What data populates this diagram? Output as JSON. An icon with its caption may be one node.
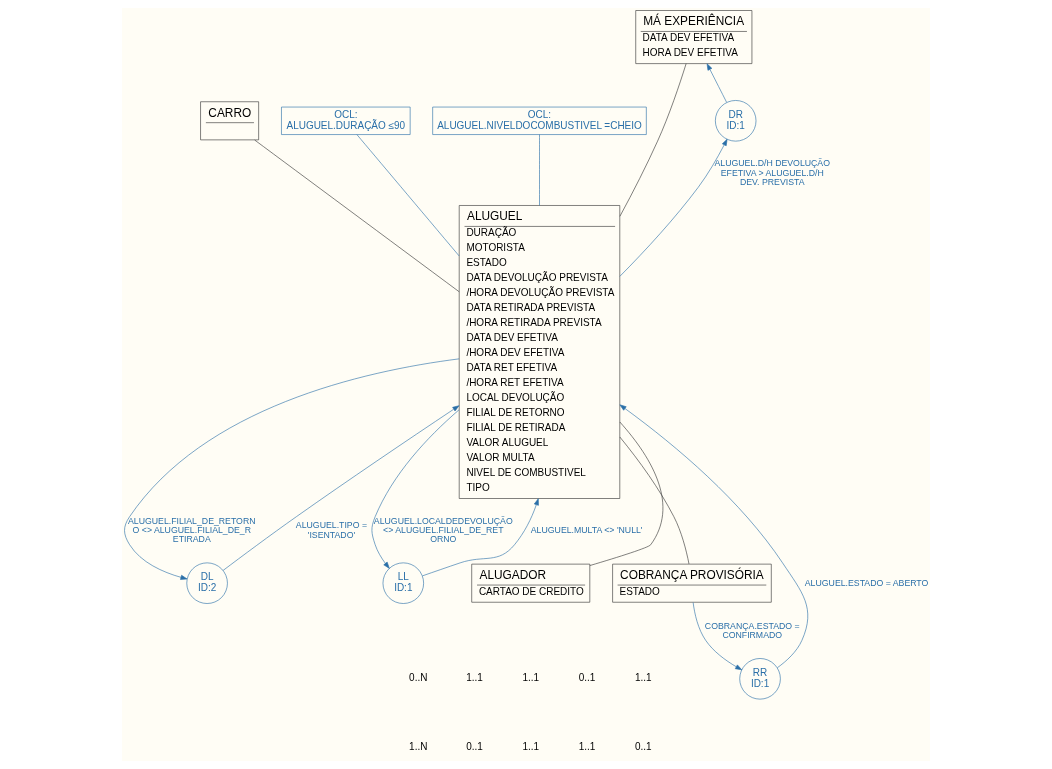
{
  "diagram": {
    "nodes": [
      {
        "text": [
          "ALUGUEL",
          "DURAÇÃO",
          "MOTORISTA",
          "ESTADO",
          "DATA DEVOLUÇÃO PREVISTA",
          "/HORA DEVOLUÇÃO PREVISTA",
          "DATA RETIRADA PREVISTA",
          "/HORA RETIRADA PREVISTA",
          "DATA DEV EFETIVA",
          "/HORA DEV EFETIVA",
          "DATA RET EFETIVA",
          "/HORA RET EFETIVA",
          "LOCAL DEVOLUÇÃO",
          "FILIAL DE RETORNO",
          "FILIAL DE RETIRADA",
          "VALOR ALUGUEL",
          "VALOR MULTA",
          "NIVEL DE COMBUSTIVEL",
          "TIPO"
        ]
      },
      {
        "text": [
          "CARRO"
        ]
      },
      {
        "text": [
          "OCL:",
          "ALUGUEL.DURAÇÃO ≤90"
        ]
      },
      {
        "text": [
          "OCL:",
          "ALUGUEL.NIVELDOCOMBUSTIVEL =CHEIO"
        ]
      },
      {
        "text": [
          "MÁ EXPERIÊNCIA",
          "DATA DEV EFETIVA",
          "HORA DEV EFETIVA"
        ]
      },
      {
        "text": [
          "DR",
          "ID:1"
        ]
      },
      {
        "text": [
          "RR",
          "ID:1"
        ]
      },
      {
        "text": [
          "DL",
          "ID:2"
        ]
      },
      {
        "text": [
          "LL",
          "ID:1"
        ]
      },
      {
        "text": [
          "ALUGADOR",
          "CARTAO DE CREDITO"
        ]
      },
      {
        "text": [
          "COBRANÇA PROVISÓRIA",
          "ESTADO"
        ]
      }
    ],
    "edges": [
      {
        "from": 0,
        "to": 1,
        "arrow": "none",
        "color": "#333333"
      },
      {
        "from": 0,
        "to": 2,
        "arrow": "none"
      },
      {
        "from": 0,
        "to": 3,
        "arrow": "none"
      },
      {
        "from": 0,
        "to": 4,
        "arrow": "none",
        "color": "#333333"
      },
      {
        "from": 0,
        "to": 5,
        "arrow": "to",
        "label": "ALUGUEL.D/H DEVOLUÇÃO EFETIVA > ALUGUEL.D/H DEV. PREVISTA"
      },
      {
        "from": 5,
        "to": 4,
        "arrow": "to"
      },
      {
        "from": 6,
        "to": 0,
        "arrow": "to",
        "label": "ALUGUEL.ESTADO = ABERTO"
      },
      {
        "from": 10,
        "to": 6,
        "arrow": "to",
        "label": "COBRANÇA.ESTADO = CONFIRMADO"
      },
      {
        "from": 0,
        "to": 10,
        "arrow": "none",
        "color": "#333333"
      },
      {
        "from": 0,
        "to": 7,
        "arrow": "to",
        "label": "ALUGUEL.FILIAL_DE_RETORNO <> ALUGUEL.FILIAL_DE_RETIRADA"
      },
      {
        "from": 7,
        "to": 0,
        "arrow": "to",
        "label": "ALUGUEL.TIPO = 'ISENTADO'"
      },
      {
        "from": 0,
        "to": 8,
        "arrow": "to",
        "label": "ALUGUEL.LOCALDEDEVOLUÇÃO <> ALUGUEL.FILIAL_DE_RETORNO"
      },
      {
        "from": 8,
        "to": 0,
        "arrow": "to",
        "label": "ALUGUEL.MULTA <> 'NULL'"
      },
      {
        "from": 0,
        "to": 9,
        "arrow": "none",
        "color": "#333333"
      }
    ],
    "labels": [
      "0..N",
      "1..1",
      "1..1",
      "0..1",
      "1..1",
      "1..N",
      "0..1",
      "1..1",
      "1..1",
      "0..1"
    ]
  }
}
